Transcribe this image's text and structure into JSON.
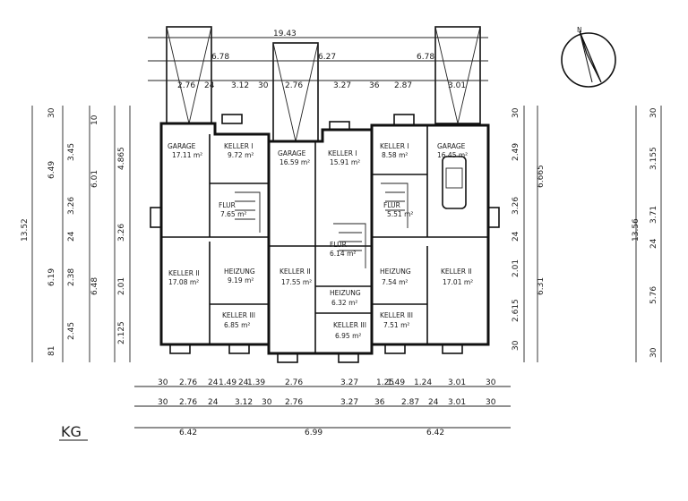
{
  "plan": {
    "floor_label": "KG",
    "rooms": [
      {
        "id": "garage-left",
        "name": "GARAGE",
        "area": "17.11 m²"
      },
      {
        "id": "keller-1-left",
        "name": "KELLER I",
        "area": "9.72 m²"
      },
      {
        "id": "flur-left",
        "name": "FLUR",
        "area": "7.65 m²"
      },
      {
        "id": "keller-2-left",
        "name": "KELLER II",
        "area": "17.08 m²"
      },
      {
        "id": "heizung-left",
        "name": "HEIZUNG",
        "area": "9.19 m²"
      },
      {
        "id": "keller-3-left",
        "name": "KELLER III",
        "area": "6.85 m²"
      },
      {
        "id": "garage-mid",
        "name": "GARAGE",
        "area": "16.59 m²"
      },
      {
        "id": "keller-1-mid",
        "name": "KELLER I",
        "area": "15.91 m²"
      },
      {
        "id": "flur-mid",
        "name": "FLUR",
        "area": "6.14 m²"
      },
      {
        "id": "keller-2-mid",
        "name": "KELLER II",
        "area": "17.55 m²"
      },
      {
        "id": "heizung-mid",
        "name": "HEIZUNG",
        "area": "6.32 m²"
      },
      {
        "id": "keller-3-mid",
        "name": "KELLER III",
        "area": "6.95 m²"
      },
      {
        "id": "keller-1-right",
        "name": "KELLER I",
        "area": "8.58 m²"
      },
      {
        "id": "garage-right",
        "name": "GARAGE",
        "area": "16.45 m²"
      },
      {
        "id": "flur-right",
        "name": "FLUR",
        "area": "5.51 m²"
      },
      {
        "id": "heizung-right",
        "name": "HEIZUNG",
        "area": "7.54 m²"
      },
      {
        "id": "keller-2-right",
        "name": "KELLER II",
        "area": "17.01 m²"
      },
      {
        "id": "keller-3-right",
        "name": "KELLER III",
        "area": "7.51 m²"
      }
    ],
    "dimensions": {
      "top": {
        "overall": "19.43",
        "ramps": [
          "6.78",
          "6.27",
          "6.78"
        ],
        "row": [
          "2.76",
          "24",
          "3.12",
          "30",
          "2.76",
          "3.27",
          "36",
          "2.87",
          "3.01"
        ]
      },
      "bottom": {
        "row1": [
          "30",
          "2.76",
          "24",
          "1.49",
          "24",
          "1.39",
          "2.76",
          "3.27",
          "1.25",
          "1.49",
          "1.24",
          "3.01",
          "30"
        ],
        "row2": [
          "30",
          "2.76",
          "24",
          "3.12",
          "30",
          "2.76",
          "3.27",
          "36",
          "2.87",
          "24",
          "3.01",
          "30"
        ],
        "row3": [
          "6.42",
          "6.99",
          "6.42"
        ]
      },
      "left": {
        "outer": "13.52",
        "col2": [
          "30",
          "6.49",
          "6.19",
          "81"
        ],
        "col3": [
          "3.45",
          "3.26",
          "24",
          "2.38",
          "2.45"
        ],
        "col4": [
          "10",
          "6.01",
          "6.48"
        ],
        "col5": [
          "4.865",
          "3.26",
          "2.01",
          "2.125"
        ]
      },
      "right": {
        "col1": [
          "30",
          "2.49",
          "3.26",
          "24",
          "2.01",
          "2.615",
          "30"
        ],
        "col2": [
          "6.665",
          "6.31"
        ],
        "col3": [
          "30",
          "3.155",
          "3.71",
          "24",
          "5.76",
          "30"
        ],
        "outer": "13.56"
      }
    },
    "north_arrow_label": "N"
  }
}
